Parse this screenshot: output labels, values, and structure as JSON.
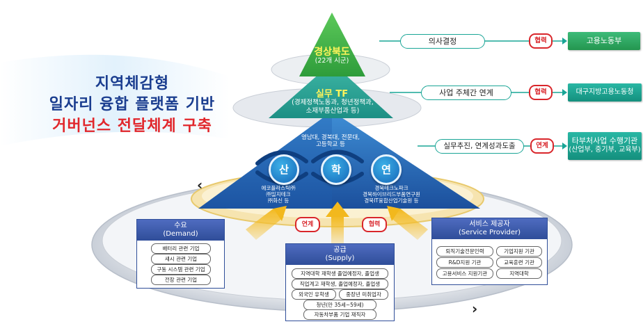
{
  "title": {
    "line1": "지역체감형",
    "line2": "일자리 융합 플랫폼 기반",
    "line3": "거버넌스 전달체계 구축"
  },
  "pyramid": {
    "top": {
      "title": "경상북도",
      "sub": "(22개 시군)"
    },
    "middle": {
      "title": "실무 TF",
      "sub1": "(경제정책노동과, 청년정책과,",
      "sub2": "소재부품산업과 등)"
    },
    "bottom": {
      "univ_line1": "영남대, 경북대, 전문대,",
      "univ_line2": "고등학교 등",
      "circles": [
        "산",
        "학",
        "연"
      ],
      "left_line1": "에코플라스틱㈜",
      "left_line2": "㈜일지테크",
      "left_line3": "㈜화신 등",
      "right_line1": "경북테크노파크",
      "right_line2": "경북하이브리드부품연구원",
      "right_line3": "경북IT융합산업기술원 등"
    }
  },
  "right_side": {
    "row1": {
      "pill": "의사결정",
      "badge": "협력",
      "box": "고용노동부"
    },
    "row2": {
      "pill": "사업 주체간 연계",
      "badge": "협력",
      "box": "대구지방고용노동청"
    },
    "row3": {
      "pill": "실무추진, 연계성과도출",
      "badge": "연계",
      "box_line1": "타부처사업 수행기관",
      "box_line2": "(산업부, 중기부, 교육부)"
    }
  },
  "links": {
    "left": "연계",
    "right": "협력"
  },
  "demand": {
    "title": "수요",
    "title_en": "(Demand)",
    "items": [
      "배터리 관련 기업",
      "섀시 관련 기업",
      "구동 시스템 관련 기업",
      "전장 관련 기업"
    ]
  },
  "supply": {
    "title": "공급",
    "title_en": "(Supply)",
    "items": [
      "지역대학 재학생 졸업예정자, 졸업생",
      "직업계고 재학생, 졸업예정자, 졸업생",
      "외국인 유학생",
      "중장년 미취업자",
      "청년(만 35세~59세)",
      "자동차부품 기업 재직자"
    ],
    "labels_note": "청년"
  },
  "provider": {
    "title": "서비스 제공자",
    "title_en": "(Service Provider)",
    "items": [
      "퇴직기술전문인력",
      "기업지원 기관",
      "R&D지원 기관",
      "교육훈련 기관",
      "고용서비스 지원기관",
      "지역대학"
    ]
  },
  "colors": {
    "navy": "#1a3d8f",
    "red": "#e1262b",
    "green": "#35b06a",
    "teal": "#19a596",
    "blue": "#2f4e99"
  }
}
